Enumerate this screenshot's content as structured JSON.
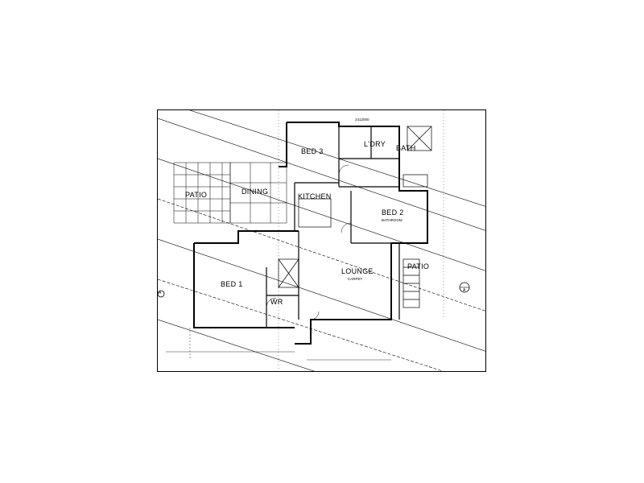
{
  "rooms": {
    "patio_left": "PATIO",
    "dining": "DINING",
    "kitchen": "KITCHEN",
    "bed3": "BED 3",
    "ldry": "L'DRY",
    "bath": "BATH",
    "bed2": "BED 2",
    "bed1": "BED 1",
    "wir": "WR",
    "lounge": "LOUNGE",
    "patio_right": "PATIO"
  },
  "notes": {
    "top_center": "2412000",
    "bed2_sub": "BATHROOM",
    "lounge_sub": "CARPET",
    "section_left": "A",
    "section_right": "A"
  }
}
